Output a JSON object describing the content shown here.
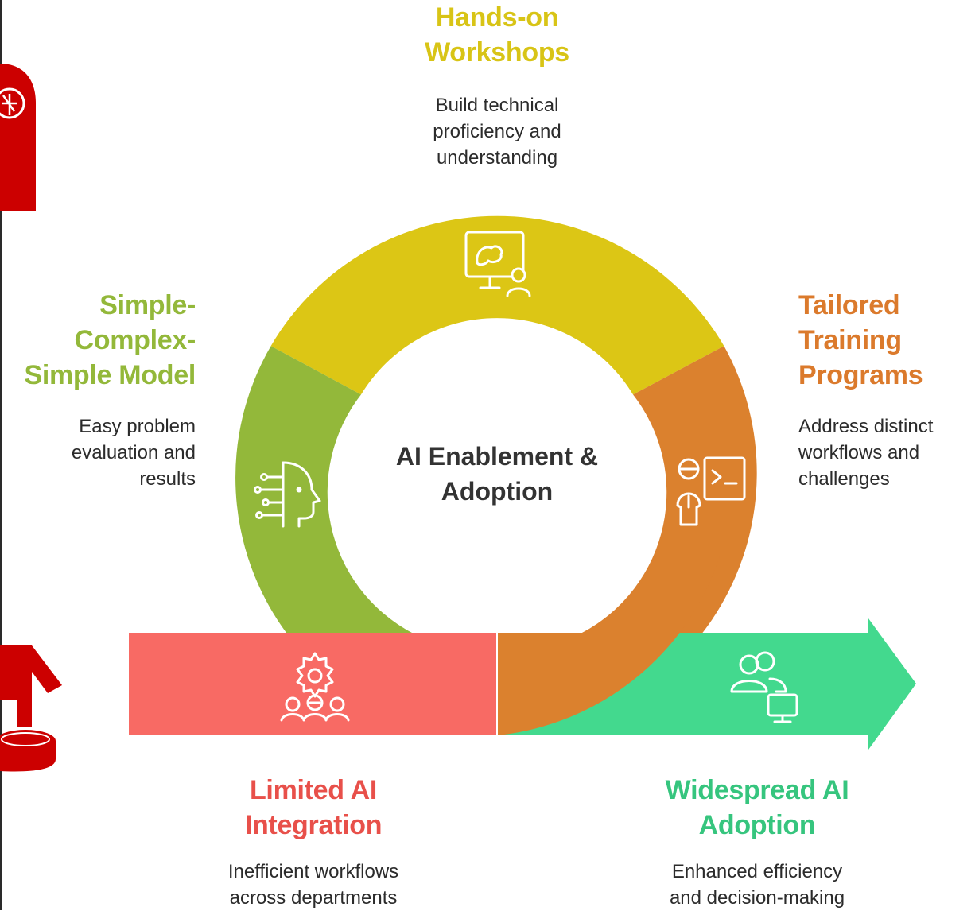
{
  "colors": {
    "top": "#dcc615",
    "left": "#93b83a",
    "right": "#db812e",
    "bar": "#f86a64",
    "arrow": "#43d98e",
    "clipart": "#cc0000",
    "center_text": "#333333",
    "top_head": "#d8c416",
    "left_head": "#93b83a",
    "right_head": "#db7a2c",
    "bottom_left_head": "#e8504a",
    "bottom_right_head": "#36c57e"
  },
  "center": {
    "title": "AI Enablement & Adoption"
  },
  "segments": {
    "top": {
      "heading_l1": "Hands-on",
      "heading_l2": "Workshops",
      "desc_l1": "Build technical",
      "desc_l2": "proficiency and",
      "desc_l3": "understanding",
      "icon": "presentation-board-icon"
    },
    "left": {
      "heading_l1": "Simple-",
      "heading_l2": "Complex-",
      "heading_l3": "Simple Model",
      "desc_l1": "Easy problem",
      "desc_l2": "evaluation and",
      "desc_l3": "results",
      "icon": "ai-head-circuit-icon"
    },
    "right": {
      "heading_l1": "Tailored",
      "heading_l2": "Training",
      "heading_l3": "Programs",
      "desc_l1": "Address distinct",
      "desc_l2": "workflows and",
      "desc_l3": "challenges",
      "icon": "person-terminal-icon"
    }
  },
  "start": {
    "heading_l1": "Limited AI",
    "heading_l2": "Integration",
    "desc_l1": "Inefficient workflows",
    "desc_l2": "across departments",
    "icon": "team-gear-icon"
  },
  "end": {
    "heading_l1": "Widespread AI",
    "heading_l2": "Adoption",
    "desc_l1": "Enhanced efficiency",
    "desc_l2": "and decision-making",
    "icon": "users-monitor-icon"
  },
  "decorations": [
    "brain-tree-clipart-icon",
    "hand-press-button-clipart-icon"
  ]
}
